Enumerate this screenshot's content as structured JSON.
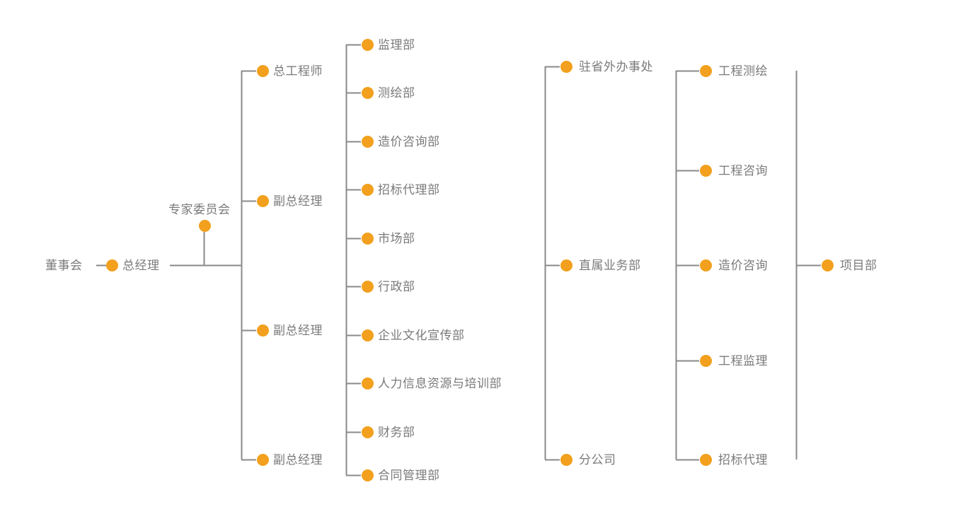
{
  "chart_data": {
    "type": "diagram",
    "title": "",
    "subtype": "organization-chart",
    "orientation": "left-to-right",
    "accent_color": "#f2a01d",
    "line_color": "#8a8a8a",
    "text_color": "#7a7a7a",
    "levels": [
      {
        "level": 1,
        "name": "board",
        "nodes": [
          "董事会"
        ]
      },
      {
        "level": 2,
        "name": "general-manager",
        "nodes": [
          "总经理"
        ]
      },
      {
        "level": 2,
        "name": "advisory",
        "nodes": [
          "专家委员会"
        ]
      },
      {
        "level": 3,
        "name": "executives",
        "nodes": [
          "总工程师",
          "副总经理",
          "副总经理",
          "副总经理"
        ]
      },
      {
        "level": 4,
        "name": "departments",
        "nodes": [
          "监理部",
          "测绘部",
          "造价咨询部",
          "招标代理部",
          "市场部",
          "行政部",
          "企业文化宣传部",
          "人力信息资源与培训部",
          "财务部",
          "合同管理部"
        ]
      },
      {
        "level": 5,
        "name": "business-units",
        "nodes": [
          "驻省外办事处",
          "直属业务部",
          "分公司"
        ]
      },
      {
        "level": 6,
        "name": "services",
        "nodes": [
          "工程测绘",
          "工程咨询",
          "造价咨询",
          "工程监理",
          "招标代理"
        ]
      },
      {
        "level": 7,
        "name": "project",
        "nodes": [
          "项目部"
        ]
      }
    ]
  },
  "nodes": {
    "board": {
      "label": "董事会"
    },
    "general_manager": {
      "label": "总经理"
    },
    "expert_committee": {
      "label": "专家委员会"
    },
    "executives": [
      {
        "label": "总工程师"
      },
      {
        "label": "副总经理"
      },
      {
        "label": "副总经理"
      },
      {
        "label": "副总经理"
      }
    ],
    "departments": [
      {
        "label": "监理部"
      },
      {
        "label": "测绘部"
      },
      {
        "label": "造价咨询部"
      },
      {
        "label": "招标代理部"
      },
      {
        "label": "市场部"
      },
      {
        "label": "行政部"
      },
      {
        "label": "企业文化宣传部"
      },
      {
        "label": "人力信息资源与培训部"
      },
      {
        "label": "财务部"
      },
      {
        "label": "合同管理部"
      }
    ],
    "business_units": [
      {
        "label": "驻省外办事处"
      },
      {
        "label": "直属业务部"
      },
      {
        "label": "分公司"
      }
    ],
    "services": [
      {
        "label": "工程测绘"
      },
      {
        "label": "工程咨询"
      },
      {
        "label": "造价咨询"
      },
      {
        "label": "工程监理"
      },
      {
        "label": "招标代理"
      }
    ],
    "project": {
      "label": "项目部"
    }
  }
}
